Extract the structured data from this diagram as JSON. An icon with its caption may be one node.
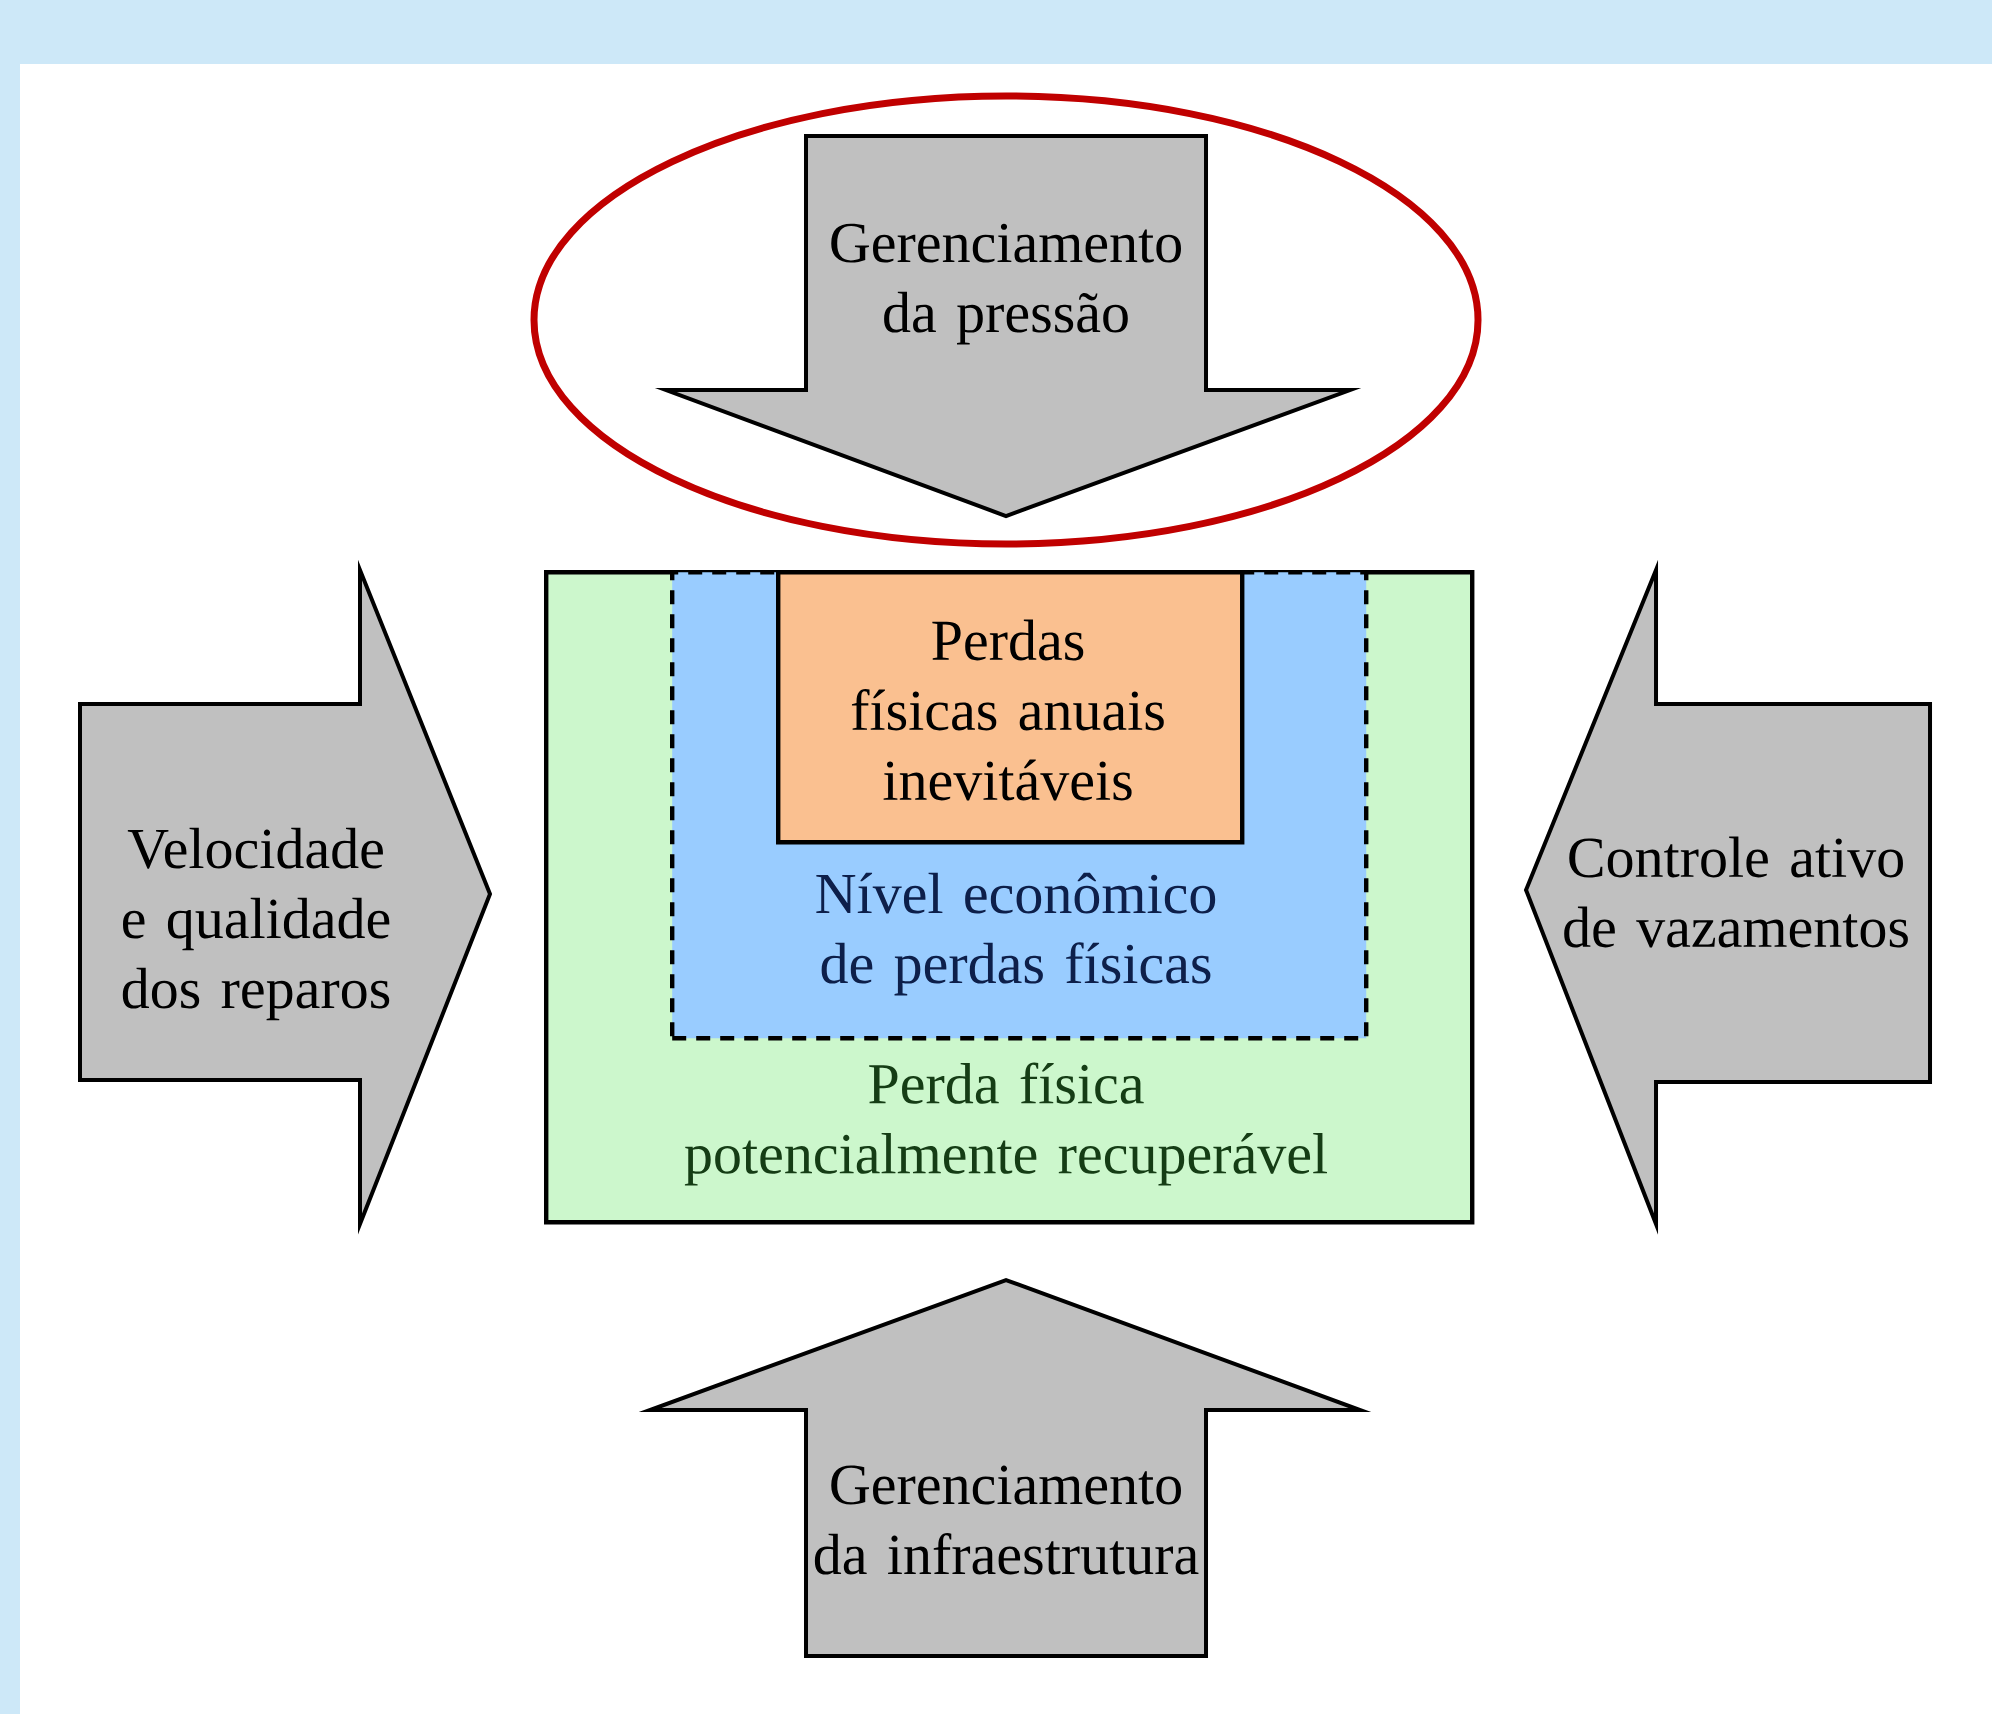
{
  "diagram": {
    "nodes": [
      {
        "text": [
          "Gerenciamento da pressão"
        ]
      },
      {
        "text": [
          "Velocidade e qualidade dos reparos"
        ]
      },
      {
        "text": [
          "Perda física potencialmente recuperável"
        ]
      },
      {
        "text": [
          "Nível econômico de perdas físicas"
        ],
        "in": 2
      },
      {
        "text": [
          "Perdas físicas anuais inevitáveis"
        ],
        "in": 3
      },
      {
        "text": [
          "Controle ativo de vazamentos"
        ]
      },
      {
        "text": [
          "Gerenciamento da infraestrutura"
        ]
      }
    ]
  }
}
